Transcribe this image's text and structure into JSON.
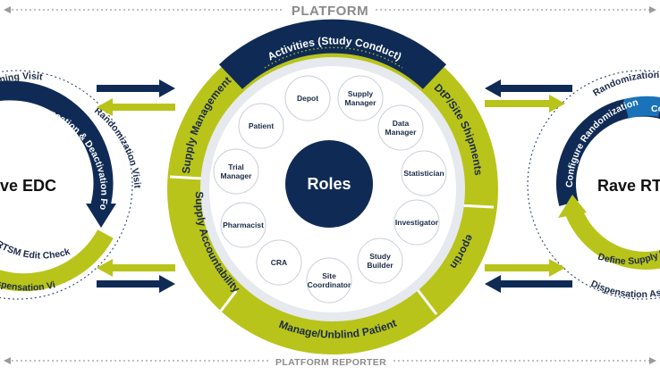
{
  "platform": "PLATFORM",
  "platform_reporter": "PLATFORM REPORTER",
  "center": "Roles",
  "roles": [
    "Depot",
    "Supply\nManager",
    "Data\nManager",
    "Statistician",
    "Investigator",
    "Study\nBuilder",
    "Site\nCoordinator",
    "CRA",
    "Pharmacist",
    "Trial\nManager",
    "Patient"
  ],
  "ring_segments": {
    "activities": "Activities (Study Conduct)",
    "dtp_site_shipments": "DtP/Site Shipments",
    "reporting": "Reporting",
    "manage_unblind": "Manage/Unblind Patient",
    "supply_accountability": "Supply Accountability",
    "supply_management": "Supply Management"
  },
  "left_wheel": {
    "title": "ve EDC",
    "screening": "creening Visit",
    "forms": "n, Dispensation & Deactivation Forms",
    "randomization_visit": "Randomization Visit",
    "rtsm_edit_checks": "RTSM Edit Checks",
    "dispensation_visit": "spensation Visit"
  },
  "right_wheel": {
    "title": "Rave RT",
    "randomization_as": "Randomization As",
    "configure_randomization": "Configure Randomization",
    "co": "Co",
    "define_supply": "Define Supply P",
    "dispensation_as": "Dispensation Ass"
  },
  "colors": {
    "navy": "#0f2b55",
    "lime": "#b8c41a",
    "ring_light": "#e6e9ee",
    "gray": "#8a8a8a"
  }
}
